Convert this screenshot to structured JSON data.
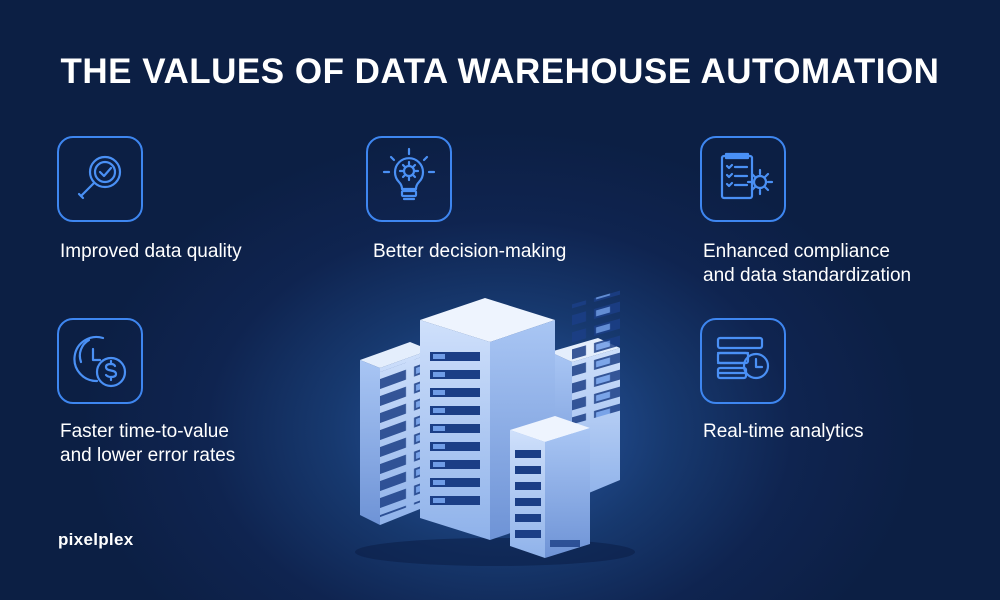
{
  "title": "THE VALUES OF DATA WAREHOUSE AUTOMATION",
  "features": [
    {
      "icon": "magnifier-check-icon",
      "label": "Improved data quality"
    },
    {
      "icon": "lightbulb-gear-icon",
      "label": "Better decision-making"
    },
    {
      "icon": "checklist-gear-icon",
      "label": "Enhanced compliance\nand data standardization"
    },
    {
      "icon": "clock-dollar-icon",
      "label": "Faster time-to-value\nand lower error rates"
    },
    {
      "icon": "stack-clock-icon",
      "label": "Real-time analytics"
    }
  ],
  "brand": "pixelplex",
  "colors": {
    "accent": "#3e86f0",
    "background": "#0f2450",
    "text": "#ffffff"
  }
}
